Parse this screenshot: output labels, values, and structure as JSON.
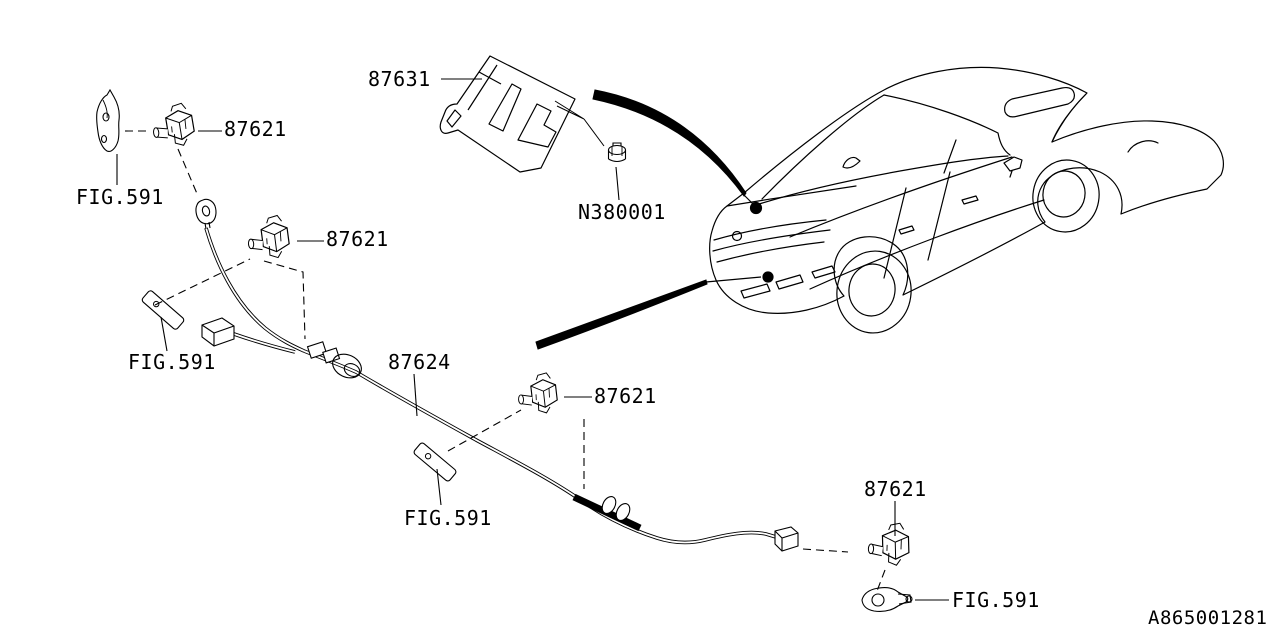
{
  "diagram": {
    "description": "ADA system / sonar sensor parts diagram with rear three-quarter car view",
    "colors": {
      "line": "#000000",
      "background": "#ffffff",
      "accent": "#000000"
    }
  },
  "callouts": {
    "bracket_87631": "87631",
    "sensor_87621_top": "87621",
    "fig_ref_top": "FIG.591",
    "nut_n380001": "N380001",
    "sensor_87621_mid": "87621",
    "fig_ref_mid": "FIG.591",
    "harness_87624": "87624",
    "sensor_87621_lower": "87621",
    "fig_ref_lower": "FIG.591",
    "sensor_87621_right": "87621",
    "fig_ref_right": "FIG.591"
  },
  "footer": {
    "diagram_code": "A865001281"
  }
}
